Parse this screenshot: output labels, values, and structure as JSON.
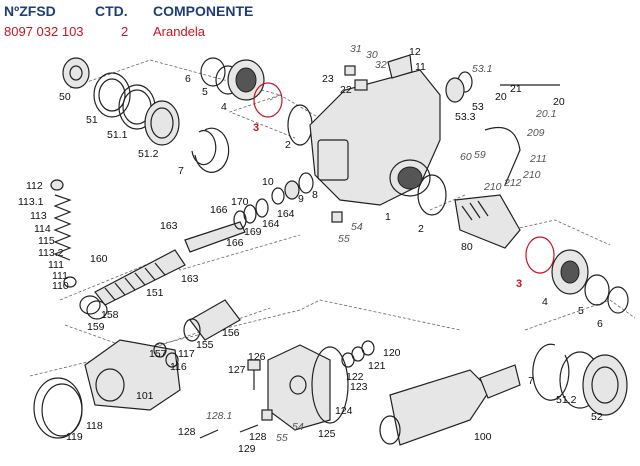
{
  "header": {
    "col_part_no": "NºZFSD",
    "col_qty": "CTD.",
    "col_component": "COMPONENTE"
  },
  "selected_row": {
    "part_no": "8097 032 103",
    "qty": "2",
    "component": "Arandela"
  },
  "highlight_color": "#c8141e",
  "header_color": "#1e3c7a",
  "callouts": {
    "c50": "50",
    "c51": "51",
    "c51_1": "51.1",
    "c51_2": "51.2",
    "c7a": "7",
    "c6a": "6",
    "c5a": "5",
    "c4a": "4",
    "c3a": "3",
    "c2a": "2",
    "c31": "31",
    "c30": "30",
    "c32": "32",
    "c12": "12",
    "c11": "11",
    "c23": "23",
    "c22": "22",
    "c53_1": "53.1",
    "c53": "53",
    "c53_3": "53.3",
    "c21": "21",
    "c20a": "20",
    "c20b": "20",
    "c20_1": "20.1",
    "c209": "209",
    "c60": "60",
    "c59": "59",
    "c211": "211",
    "c210a": "210",
    "c210b": "210",
    "c212": "212",
    "c112": "112",
    "c113_1": "113.1",
    "c113": "113",
    "c114": "114",
    "c115": "115",
    "c113_2": "113.2",
    "c111a": "111",
    "c111b": "111",
    "c110": "110",
    "c10": "10",
    "c9": "9",
    "c8": "8",
    "c170": "170",
    "c166a": "166",
    "c164a": "164",
    "c164b": "164",
    "c169": "169",
    "c166b": "166",
    "c163a": "163",
    "c163b": "163",
    "c160": "160",
    "c151": "151",
    "c158": "158",
    "c159": "159",
    "c1": "1",
    "c2b": "2",
    "c54a": "54",
    "c55a": "55",
    "c80": "80",
    "c3b": "3",
    "c4b": "4",
    "c5b": "5",
    "c6b": "6",
    "c156": "156",
    "c155": "155",
    "c157": "157",
    "c117": "117",
    "c116": "116",
    "c101": "101",
    "c118": "118",
    "c119": "119",
    "c126": "126",
    "c127": "127",
    "c120": "120",
    "c121": "121",
    "c122": "122",
    "c123": "123",
    "c124": "124",
    "c125": "125",
    "c128_1": "128.1",
    "c128a": "128",
    "c128b": "128",
    "c129": "129",
    "c54b": "54",
    "c55b": "55",
    "c100": "100",
    "c7b": "7",
    "c51_2b": "51.2",
    "c52": "52"
  }
}
